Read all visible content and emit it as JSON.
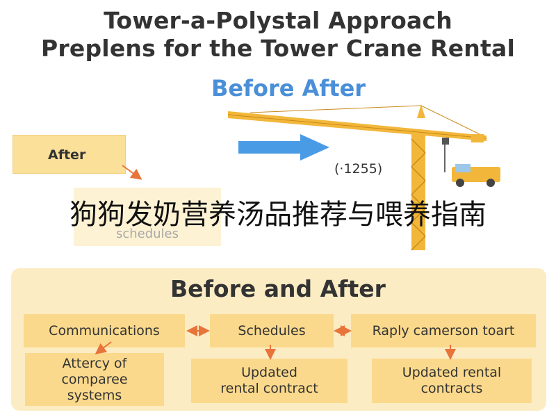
{
  "title_line1": "Tower-a-Polystal Approach",
  "title_line2": "Preplens for the Tower Crane Rental",
  "subtitle": "Before After",
  "after_box": "After",
  "faded_box_text": "schedules",
  "crane_code": "(·1255)",
  "overlay_text": "狗狗发奶营养汤品推荐与喂养指南",
  "panel": {
    "title": "Before and After",
    "top_row": [
      "Communications",
      "Schedules",
      "Raply camerson toart"
    ],
    "bottom_row": [
      [
        "Attercy of",
        "comparee",
        "systems"
      ],
      [
        "Updated",
        "rental contract"
      ],
      [
        "Updated rental",
        "contracts"
      ]
    ]
  },
  "colors": {
    "box_fill": "#fbd98c",
    "panel_fill": "#fcecc3",
    "arrow_orange": "#e8743a",
    "arrow_blue": "#4a9be6",
    "crane_yellow": "#f2b73a",
    "title_blue": "#4a8fd8"
  }
}
